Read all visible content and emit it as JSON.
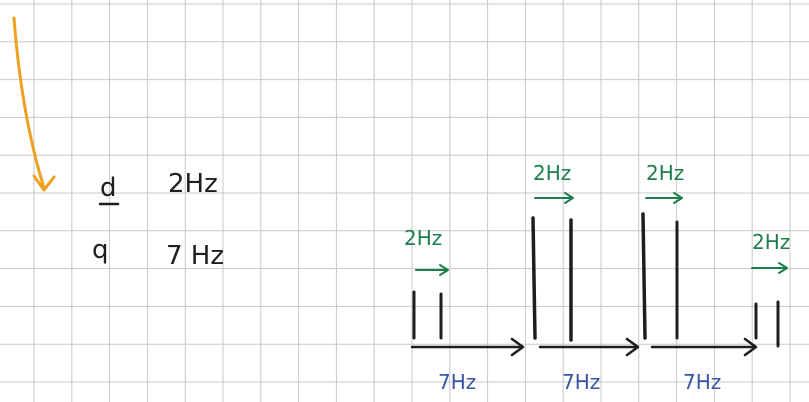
{
  "colors": {
    "grid": "#c8c8c8",
    "ink": "#1e1e1e",
    "green": "#1a7f4a",
    "blue": "#3a55a8",
    "orange": "#f0a020"
  },
  "legend": {
    "row1": {
      "label": "d",
      "value": "2Hz"
    },
    "row2": {
      "label": "q",
      "value": "7 Hz"
    }
  },
  "coupling_labels": {
    "group1_small": "2Hz",
    "group2_small": "2Hz",
    "group3_small": "2Hz",
    "group4_small": "2Hz",
    "gap1_large": "7Hz",
    "gap2_large": "7Hz",
    "gap3_large": "7Hz"
  }
}
